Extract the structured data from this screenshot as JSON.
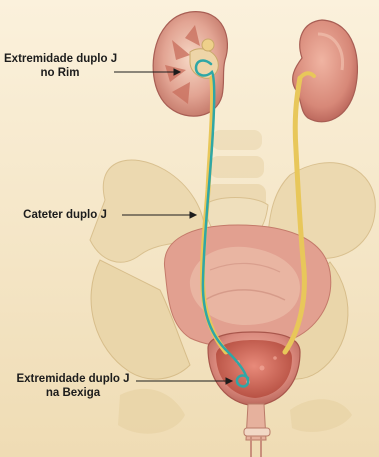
{
  "labels": {
    "kidney_end": {
      "line1": "Extremidade duplo J",
      "line2": "no Rim"
    },
    "catheter": {
      "text": "Cateter duplo J"
    },
    "bladder_end": {
      "line1": "Extremidade duplo J",
      "line2": "na Bexiga"
    }
  },
  "colors": {
    "background": "#f6e8c8",
    "catheter": "#2fa7a6",
    "ureter": "#e8c75a",
    "kidney": "#d8847a",
    "bladder": "#d9887c",
    "bone": "#ecdcb6"
  }
}
